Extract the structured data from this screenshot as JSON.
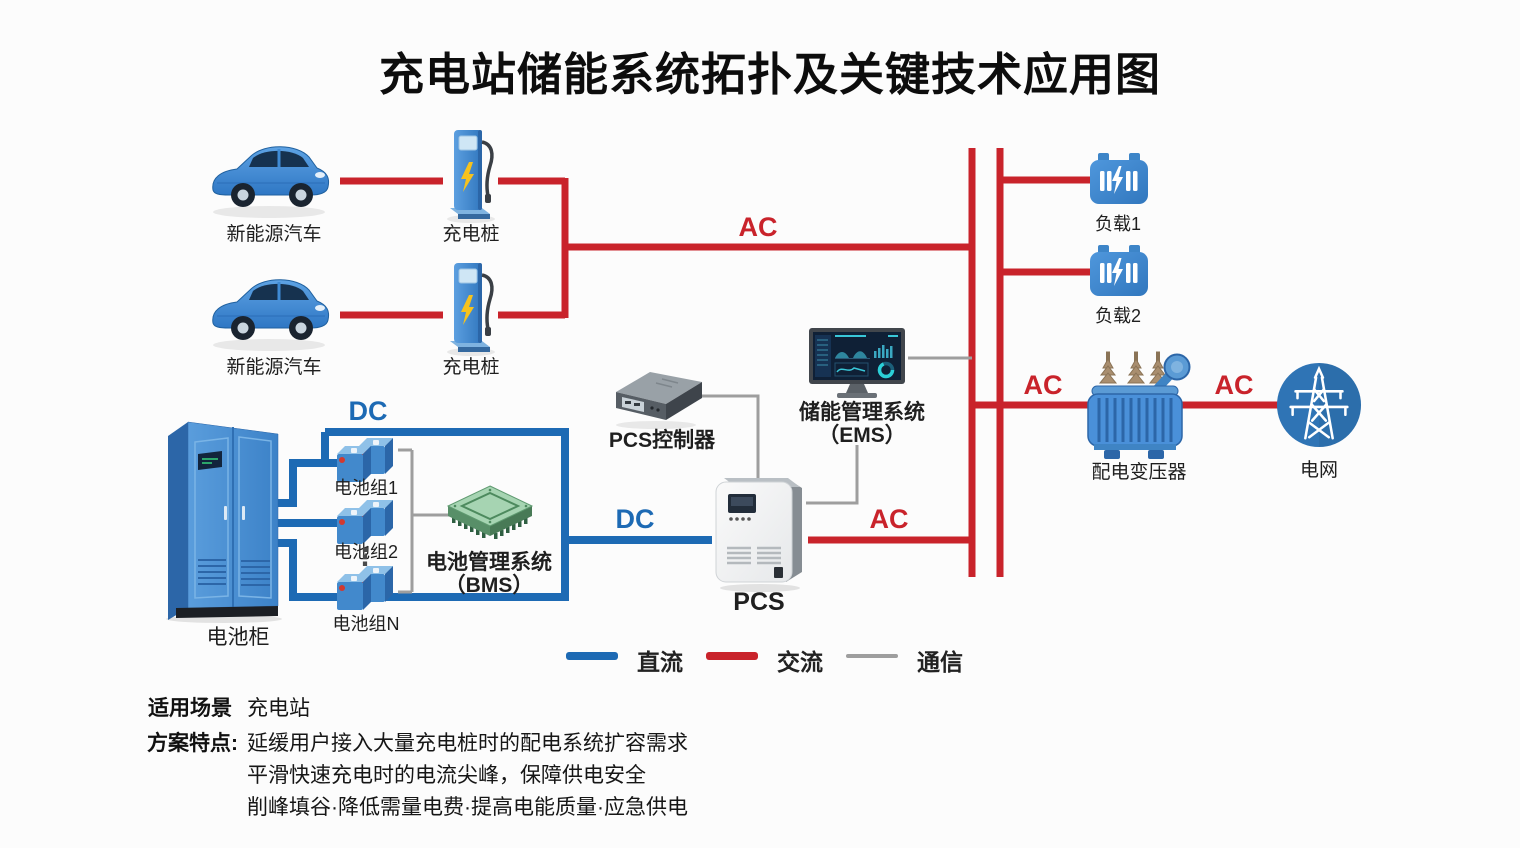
{
  "title": "充电站储能系统拓扑及关键技术应用图",
  "colors": {
    "ac_red": "#c9232b",
    "dc_blue": "#1d6ab4",
    "comm_gray": "#9e9e9e",
    "bg": "#fcfcfc"
  },
  "nodes": {
    "car1": "新能源汽车",
    "car2": "新能源汽车",
    "pile1": "充电桩",
    "pile2": "充电桩",
    "cabinet": "电池柜",
    "group1": "电池组1",
    "group2": "电池组2",
    "groupN": "电池组N",
    "group_dots": "⋮",
    "bms_title": "电池管理系统",
    "bms_sub": "（BMS）",
    "pcs_controller": "PCS控制器",
    "ems_title": "储能管理系统",
    "ems_sub": "（EMS）",
    "pcs": "PCS",
    "load1": "负载1",
    "load2": "负载2",
    "transformer": "配电变压器",
    "grid": "电网"
  },
  "line_labels": {
    "ac_top": "AC",
    "dc_top": "DC",
    "dc_mid": "DC",
    "ac_mid": "AC",
    "ac_tx_left": "AC",
    "ac_tx_right": "AC"
  },
  "legend": {
    "dc": "直流",
    "ac": "交流",
    "comm": "通信"
  },
  "footer": {
    "scenario_label": "适用场景",
    "scenario_value": "充电站",
    "features_label": "方案特点:",
    "features": [
      "延缓用户接入大量充电桩时的配电系统扩容需求",
      "平滑快速充电时的电流尖峰，保障供电安全",
      "削峰填谷·降低需量电费·提高电能质量·应急供电"
    ]
  }
}
